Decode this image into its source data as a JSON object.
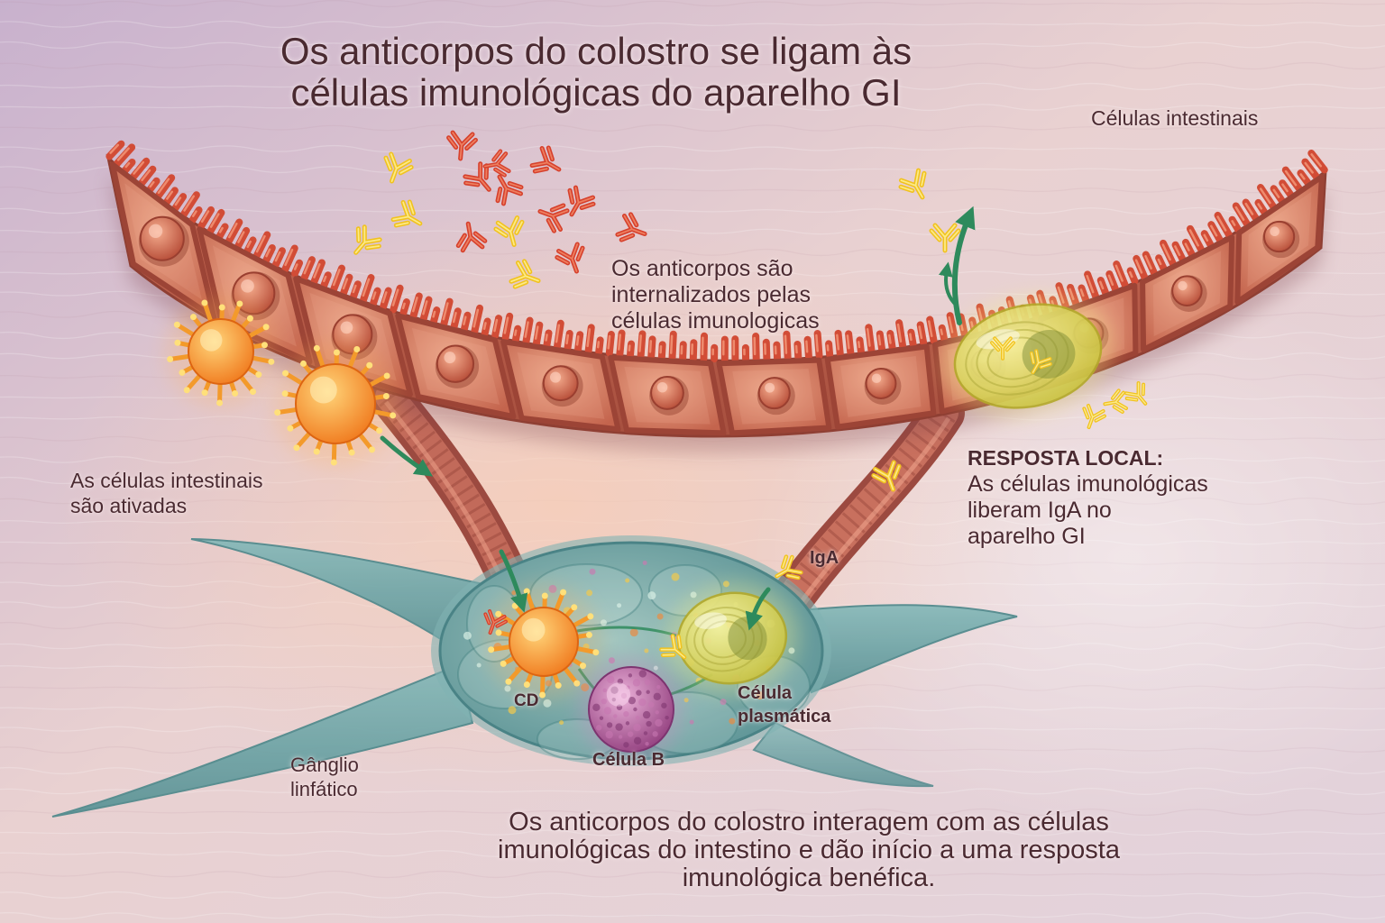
{
  "title": {
    "line1": "Os anticorpos do colostro se ligam às",
    "line2": "células imunológicas do aparelho GI"
  },
  "labels": {
    "intestinal_cells": "Células intestinais",
    "internalized": [
      "Os anticorpos são",
      "internalizados pelas",
      "células imunologicas"
    ],
    "activated": [
      "As células intestinais",
      "são ativadas"
    ],
    "local_response": {
      "heading": "RESPOSTA LOCAL:",
      "lines": [
        "As células imunológicas",
        "liberam IgA no",
        "aparelho GI"
      ]
    },
    "iga": "IgA",
    "cd": "CD",
    "plasma_cell": [
      "Célula",
      "plasmática"
    ],
    "b_cell": "Célula B",
    "lymph_node": [
      "Gânglio",
      "linfático"
    ]
  },
  "footer": [
    "Os anticorpos do colostro interagem com as células",
    "imunológicas do intestino e dão início a uma resposta",
    "imunológica benéfica."
  ],
  "colors": {
    "text": "#4a2a31",
    "antibody_red": "#d6402c",
    "antibody_yellow": "#f1c21f",
    "arrow_green": "#2e8a5c",
    "lymph_node_teal": "#6fa7a9",
    "dendritic_orange": "#f07a1e",
    "plasma_yellow": "#e6e25a",
    "b_cell_purple": "#a2508f"
  }
}
